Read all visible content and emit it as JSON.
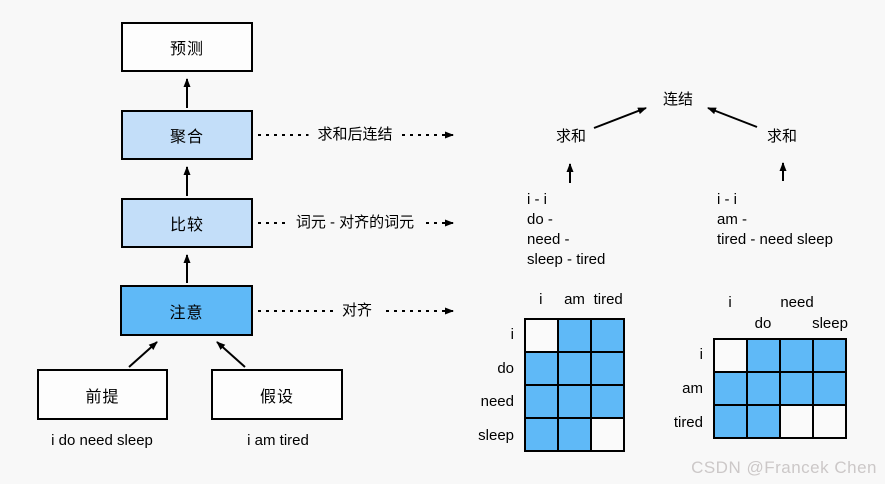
{
  "colors": {
    "background": "#f8f8f8",
    "light_blue_box": "#c3def9",
    "bright_blue": "#5fb9f7",
    "border": "#000000",
    "watermark_gray": "#ccc8c8"
  },
  "flow": {
    "predict": "预测",
    "aggregate": "聚合",
    "compare": "比较",
    "attend": "注意",
    "premise": "前提",
    "hypothesis": "假设",
    "premise_tokens": "i do need sleep",
    "hypothesis_tokens": "i am tired"
  },
  "annotations": {
    "aggregate_note": "求和后连结",
    "compare_note": "词元 - 对齐的词元",
    "attend_note": "对齐"
  },
  "right_flow": {
    "concat": "连结",
    "sum_left": "求和",
    "sum_right": "求和",
    "pairs_left": [
      "i - i",
      "do -",
      "need -",
      "sleep - tired"
    ],
    "pairs_right": [
      "i - i",
      "am -",
      "tired - need sleep"
    ]
  },
  "matrices": {
    "left": {
      "col_labels": [
        "i",
        "am",
        "tired"
      ],
      "row_labels": [
        "i",
        "do",
        "need",
        "sleep"
      ],
      "cells": [
        [
          0,
          1,
          1
        ],
        [
          1,
          1,
          1
        ],
        [
          1,
          1,
          1
        ],
        [
          1,
          1,
          0
        ]
      ]
    },
    "right": {
      "col_labels_top": [
        "i",
        "need"
      ],
      "col_labels_bottom": [
        "do",
        "sleep"
      ],
      "row_labels": [
        "i",
        "am",
        "tired"
      ],
      "cells": [
        [
          0,
          1,
          1,
          1
        ],
        [
          1,
          1,
          1,
          1
        ],
        [
          1,
          1,
          0,
          0
        ]
      ]
    }
  },
  "watermark": "CSDN @Francek Chen"
}
